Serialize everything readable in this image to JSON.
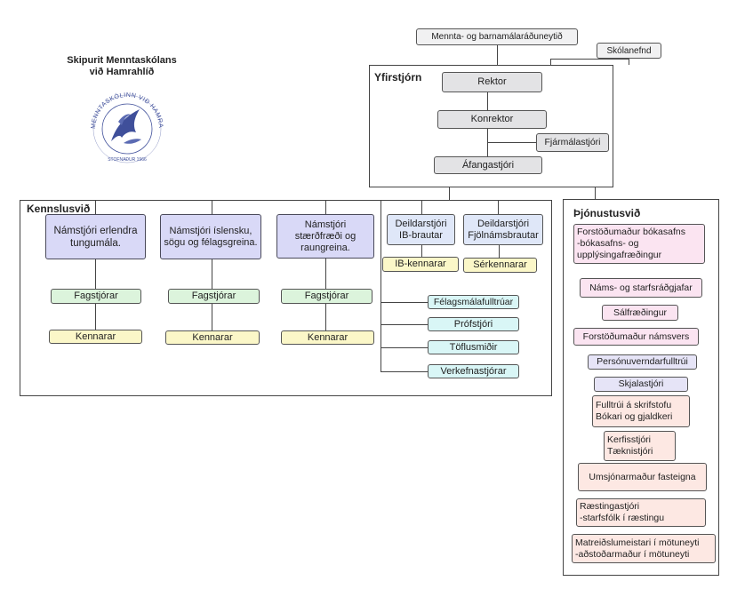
{
  "title": {
    "line1": "Skipurit Menntaskólans",
    "line2": "við Hamrahlíð"
  },
  "logo": {
    "ring_text": "MENNTASKÓLINN VIÐ HAMRAHLÍÐ",
    "founded_text": "STOFNAÐUR 1966",
    "color": "#3f4f9a"
  },
  "top": {
    "ministry": "Mennta- og barnamálaráðuneytið",
    "board": "Skólanefnd"
  },
  "yfirstjorn": {
    "title": "Yfirstjórn",
    "rektor": "Rektor",
    "konrektor": "Konrektor",
    "fjarmalastjori": "Fjármálastjóri",
    "afangastjori": "Áfangastjóri"
  },
  "kennslusvid": {
    "title": "Kennslusvið",
    "heads": [
      "Námstjóri erlendra tungumála.",
      "Námstjóri íslensku, sögu og félagsgreina.",
      "Námstjóri stærðfræði og raungreina."
    ],
    "fagstjorar": "Fagstjórar",
    "kennarar": "Kennarar",
    "deild_ib": "Deildarstjóri IB-brautar",
    "deild_fjol": "Deildarstjóri Fjölnámsbrautar",
    "ib_kennarar": "IB-kennarar",
    "serkennarar": "Sérkennarar",
    "staff": [
      "Félagsmálafulltrúar",
      "Prófstjóri",
      "Töflusmiðir",
      "Verkefnastjórar"
    ]
  },
  "thjonustusvid": {
    "title": "Þjónustusvið",
    "items": [
      "Forstöðumaður bókasafns\n-bókasafns- og upplýsingafræðingur",
      "Náms- og starfsráðgjafar",
      "Sálfræðingur",
      "Forstöðumaður námsvers",
      "Persónuverndarfulltrúi",
      "Skjalastjóri",
      "Fulltrúi á skrifstofu\nBókari og gjaldkeri",
      "Kerfisstjóri\nTæknistjóri",
      "Umsjónarmaður fasteigna",
      "Ræstingastjóri\n-starfsfólk í ræstingu",
      "Matreiðslumeistari í mötuneyti\n-aðstoðarmaður í mötuneyti"
    ]
  }
}
